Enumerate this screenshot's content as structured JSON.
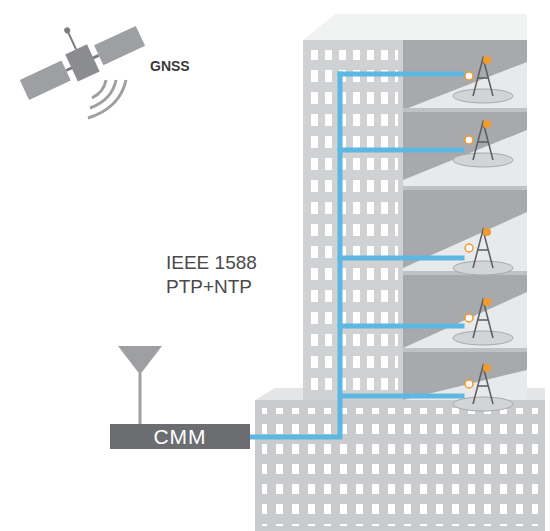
{
  "diagram": {
    "nodes": [
      {
        "text": [
          "CMM"
        ]
      }
    ],
    "labels": [
      "GNSS",
      "IEEE 1588 PTP+NTP"
    ]
  }
}
